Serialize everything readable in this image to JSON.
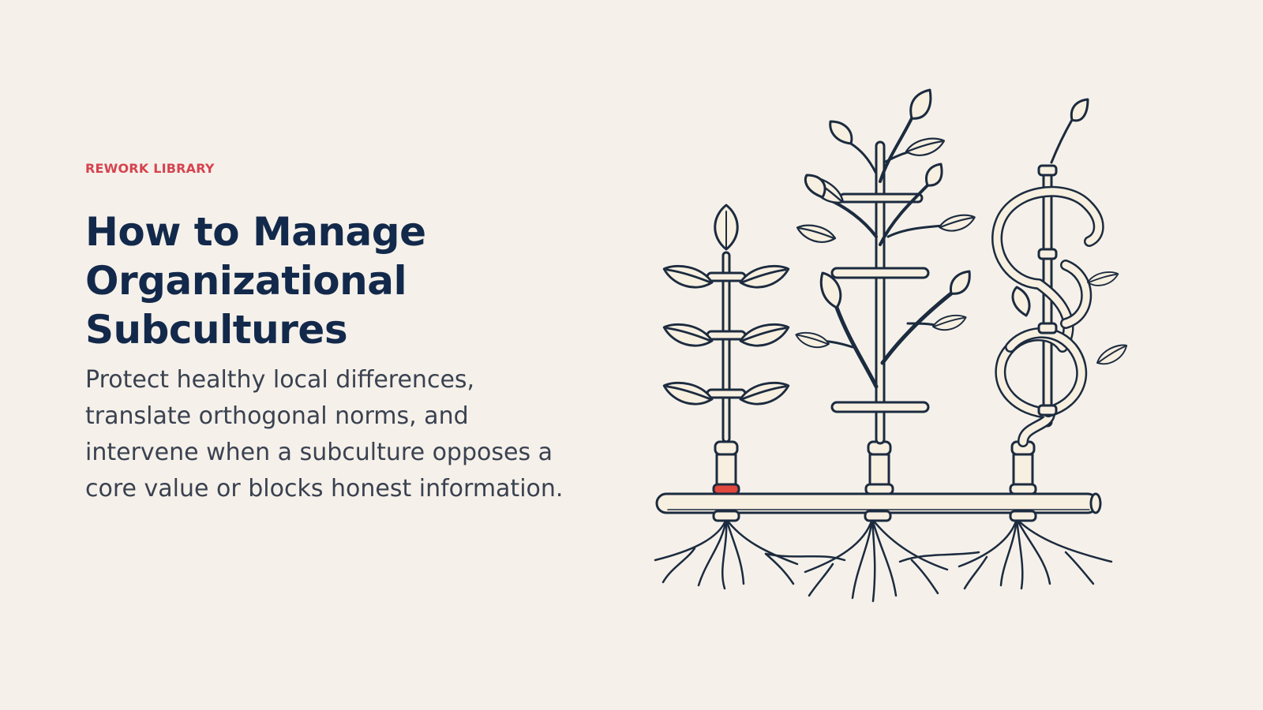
{
  "slide": {
    "eyebrow": "REWORK LIBRARY",
    "title_lines": [
      "How to Manage",
      "Organizational",
      "Subcultures"
    ],
    "subtitle": "Protect healthy local differences, translate orthogonal norms, and intervene when a subculture opposes a core value or blocks honest information."
  },
  "colors": {
    "background": "#f5f1ea",
    "eyebrow": "#d6434f",
    "title": "#13294b",
    "subtitle": "#3a4150",
    "ink": "#1c2b3f",
    "pipe_fill": "#f7efe0",
    "accent_red": "#e2473d"
  },
  "illustration": {
    "icon": "plants-on-pipe-roots-illustration"
  }
}
